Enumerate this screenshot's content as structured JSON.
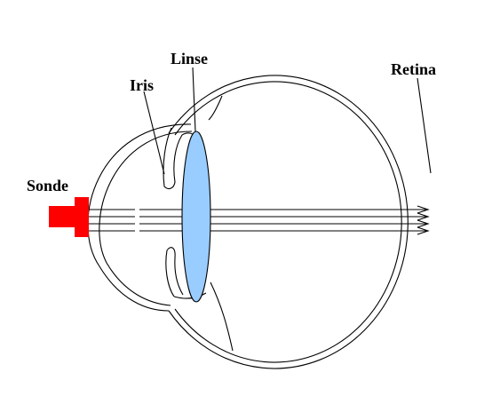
{
  "labels": {
    "linse": "Linse",
    "iris": "Iris",
    "retina": "Retina",
    "sonde": "Sonde"
  },
  "colors": {
    "lens": "#99ccff",
    "probe": "#ff0000",
    "outline": "#000000"
  }
}
